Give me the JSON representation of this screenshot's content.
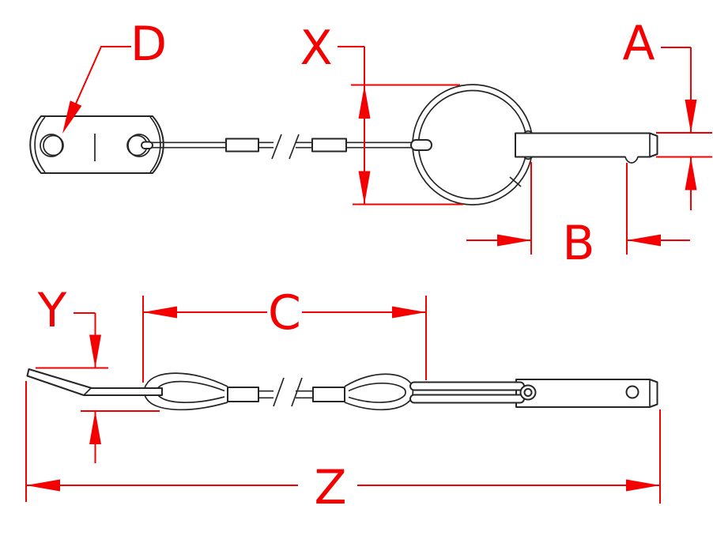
{
  "labels": {
    "d": "D",
    "x": "X",
    "a": "A",
    "b": "B",
    "c": "C",
    "y": "Y",
    "z": "Z"
  },
  "colors": {
    "dimension_red": "#f40000",
    "line_black": "#262626",
    "background": "#ffffff"
  },
  "parts": {
    "top_view": [
      "mounting-tab",
      "tab-holes",
      "lanyard-cable",
      "crimp-sleeves",
      "break-lines",
      "split-ring",
      "detent-pin",
      "detent-ball"
    ],
    "side_view": [
      "mounting-tab-profile",
      "cable-eye-loops",
      "crimp-sleeves",
      "break-lines",
      "pin-eyelet",
      "detent-pin",
      "pin-hole"
    ]
  }
}
